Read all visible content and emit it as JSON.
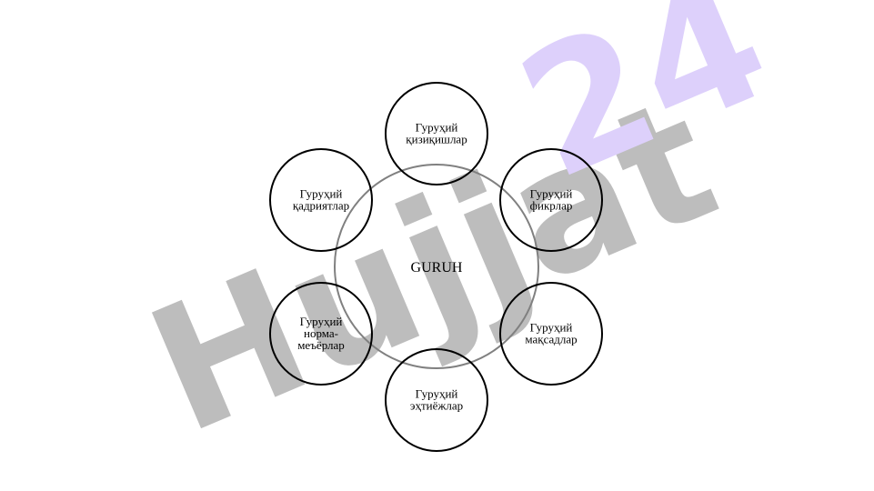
{
  "watermark": {
    "main_text": "Hujjat",
    "accent_text": "24",
    "main_color": "#bdbdbd",
    "accent_color": "#ddd0fb"
  },
  "diagram": {
    "center_label": "GURUH",
    "center_stroke": "#808080",
    "node_stroke": "#000000",
    "nodes": [
      {
        "id": "qiziqishlar",
        "lines": [
          "Гуруҳий",
          "қизиқишлар"
        ]
      },
      {
        "id": "fikrlar",
        "lines": [
          "Гуруҳий",
          "фикрлар"
        ]
      },
      {
        "id": "maqsadlar",
        "lines": [
          "Гуруҳий",
          "мақсадлар"
        ]
      },
      {
        "id": "ehtiyojlar",
        "lines": [
          "Гуруҳий",
          "эҳтиёжлар"
        ]
      },
      {
        "id": "norma",
        "lines": [
          "Гуруҳий",
          "норма-",
          "меъёрлар"
        ]
      },
      {
        "id": "qadriyatlar",
        "lines": [
          "Гуруҳий",
          "қадриятлар"
        ]
      }
    ]
  }
}
